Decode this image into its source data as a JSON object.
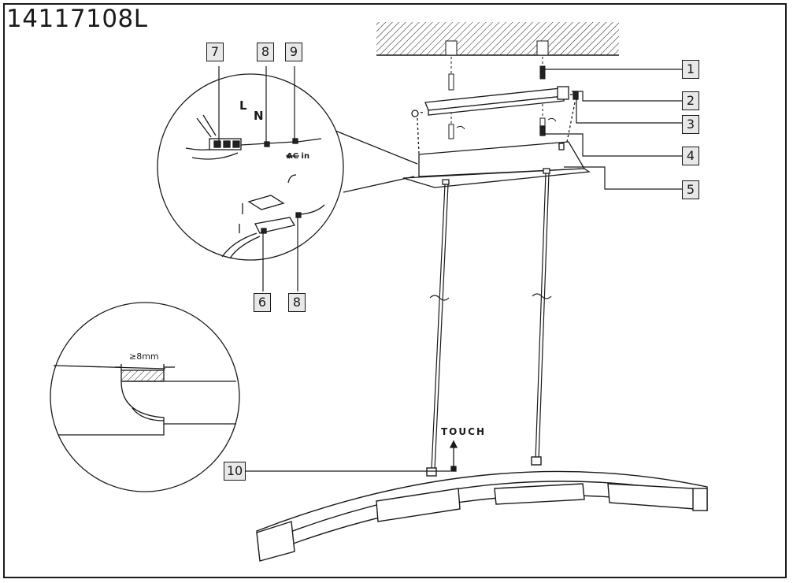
{
  "model_number": "14117108L",
  "callouts": {
    "c1": "1",
    "c2": "2",
    "c3": "3",
    "c4": "4",
    "c5": "5",
    "c6": "6",
    "c7": "7",
    "c8a": "8",
    "c8b": "8",
    "c9": "9",
    "c10": "10"
  },
  "wiring": {
    "live": "L",
    "neutral": "N",
    "ac_in": "AC in"
  },
  "clearance": "≥8mm",
  "touch": "TOUCH",
  "colors": {
    "line": "#1a1a1a",
    "callout_fill": "#e8e8e8",
    "background": "#ffffff"
  }
}
